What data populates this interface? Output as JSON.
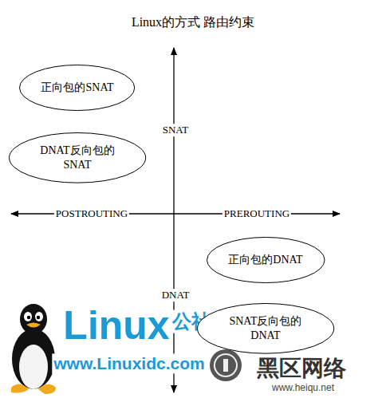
{
  "diagram": {
    "title": "Linux的方式 路由约束",
    "nodes": [
      {
        "text": [
          "正向包的SNAT"
        ]
      },
      {
        "text": [
          "DNAT反向包的 SNAT"
        ]
      },
      {
        "text": [
          "正向包的DNAT"
        ]
      },
      {
        "text": [
          "SNAT反向包的 DNAT"
        ]
      }
    ],
    "labels": [
      "SNAT",
      "DNAT",
      "POSTROUTING",
      "PREROUTING",
      "Linux",
      "公社",
      "www.Linuxidc.com",
      "黑区网络",
      "www.heiqu.net"
    ]
  }
}
